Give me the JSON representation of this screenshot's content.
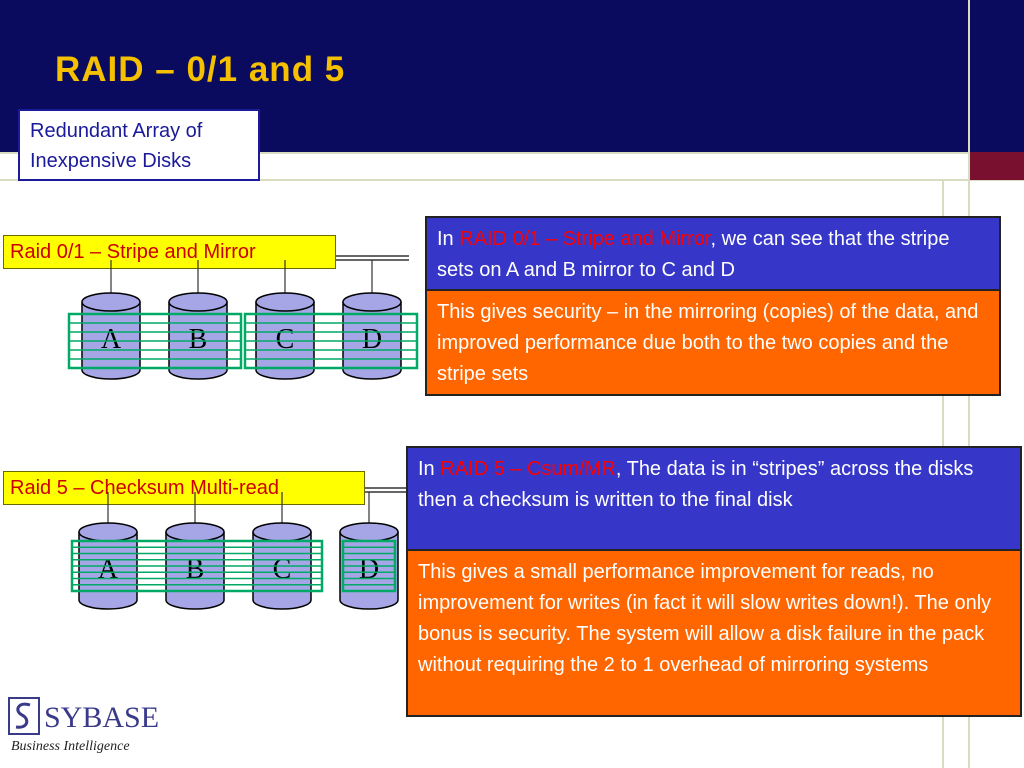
{
  "slide": {
    "title": "RAID – 0/1 and 5",
    "acronym": "Redundant Array of Inexpensive Disks"
  },
  "raid01": {
    "label": "Raid 0/1 – Stripe and Mirror",
    "disks": [
      "A",
      "B",
      "C",
      "D"
    ],
    "info": {
      "prefix": "In ",
      "highlight": "RAID 0/1 – Stripe and Mirror",
      "suffix": ", we can see that the stripe sets on A and B mirror to C and D"
    },
    "detail": "This gives security – in the mirroring (copies) of the data, and improved performance due both to the two copies and the stripe sets"
  },
  "raid5": {
    "label": "Raid 5 – Checksum Multi-read",
    "disks": [
      "A",
      "B",
      "C",
      "D"
    ],
    "info": {
      "prefix": "In ",
      "highlight": "RAID 5 – Csum/MR",
      "suffix": ", The data is in “stripes” across the disks then a checksum is written to the final disk"
    },
    "detail": "This gives a small performance improvement for reads, no improvement for writes (in fact it will slow writes down!).  The only bonus is security.  The system will allow a disk failure in the pack without requiring the 2 to 1 overhead of mirroring systems"
  },
  "logo": {
    "name": "SYBASE",
    "tagline": "Business Intelligence"
  },
  "colors": {
    "header": "#0a0a5e",
    "title": "#f5c000",
    "blue_panel": "#3636c8",
    "orange_panel": "#ff6600",
    "label_bg": "#ffff00",
    "label_text": "#cc0000",
    "highlight": "#ff0000",
    "disk": "#a6a6e6",
    "stripe": "#00aa66"
  }
}
